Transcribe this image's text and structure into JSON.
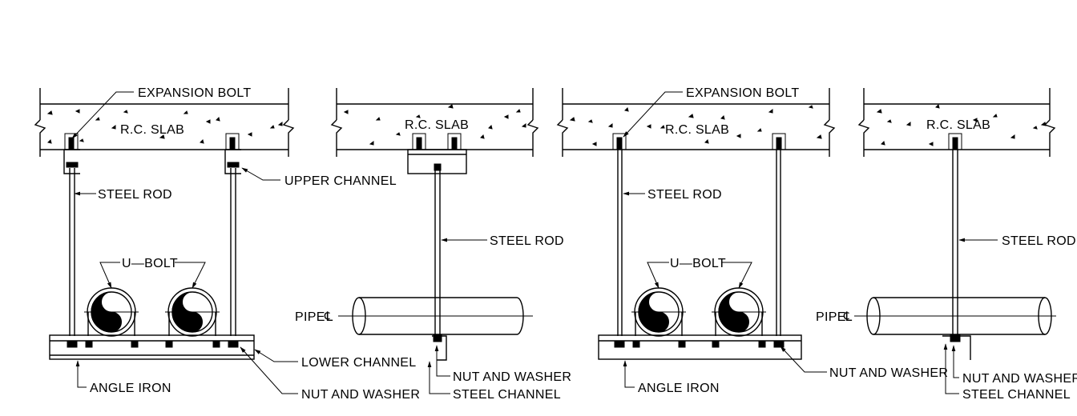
{
  "labels": {
    "expansion_bolt": "EXPANSION BOLT",
    "rc_slab": "R.C. SLAB",
    "steel_rod": "STEEL ROD",
    "upper_channel": "UPPER CHANNEL",
    "u_bolt": "U—BOLT",
    "lower_channel": "LOWER CHANNEL",
    "angle_iron": "ANGLE IRON",
    "nut_and_washer": "NUT AND WASHER",
    "steel_channel": "STEEL CHANNEL",
    "pipe": "PIPE",
    "centerline_symbol": "℄"
  }
}
